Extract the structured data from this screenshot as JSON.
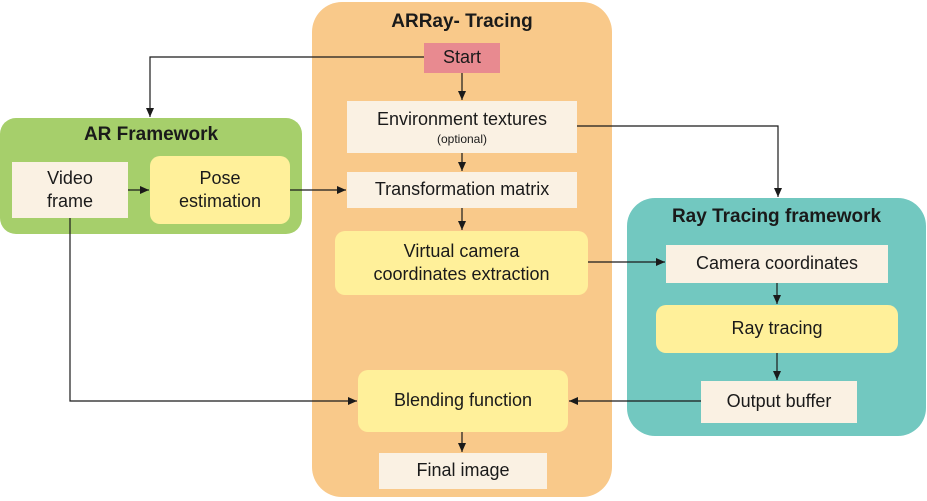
{
  "groups": {
    "array": {
      "title": "ARRay- Tracing",
      "color": "#f9c98a"
    },
    "ar": {
      "title": "AR Framework",
      "color": "#a6cf6b"
    },
    "rt": {
      "title": "Ray Tracing framework",
      "color": "#72c8c0"
    }
  },
  "nodes": {
    "start": "Start",
    "env_textures": "Environment textures",
    "env_textures_note": "(optional)",
    "transformation_matrix": "Transformation matrix",
    "virtual_camera": "Virtual camera coordinates extraction",
    "blending": "Blending function",
    "final_image": "Final image",
    "video_frame": "Video frame",
    "pose_estimation": "Pose estimation",
    "camera_coordinates": "Camera coordinates",
    "ray_tracing": "Ray tracing",
    "output_buffer": "Output buffer"
  }
}
